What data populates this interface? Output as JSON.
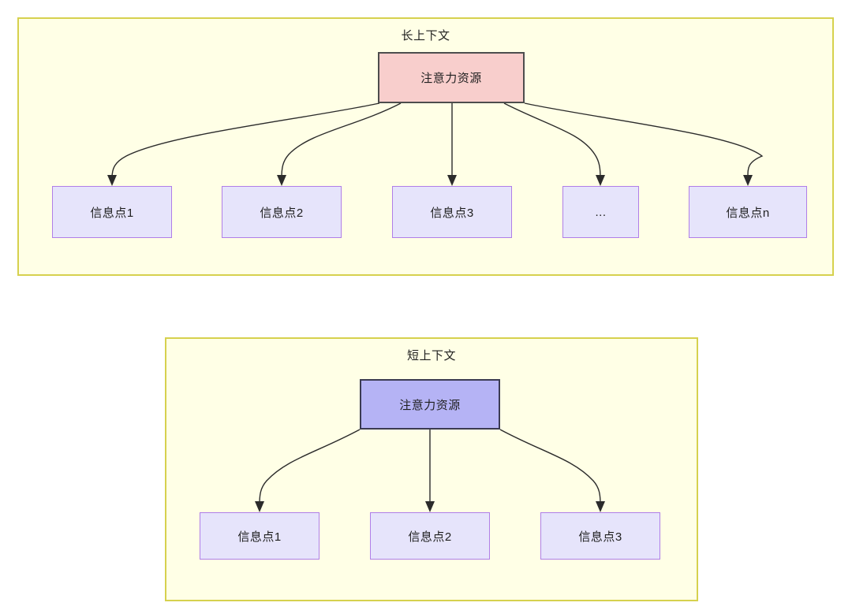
{
  "diagram": {
    "title_long": "长上下文",
    "title_short": "短上下文",
    "colors": {
      "panel_fill": "#ffffe6",
      "panel_border": "#d6d14e",
      "attention_long_fill": "#f8cecc",
      "attention_long_border": "#4d4d4d",
      "attention_short_fill": "#b5b3f5",
      "attention_short_border": "#3b3b52",
      "info_fill": "#e6e4fb",
      "info_border": "#b07ee8",
      "edge_stroke": "#2b2b2b",
      "text": "#1f1f1f"
    }
  },
  "long_context": {
    "title": "长上下文",
    "root": {
      "label": "注意力资源"
    },
    "children": [
      {
        "label": "信息点1"
      },
      {
        "label": "信息点2"
      },
      {
        "label": "信息点3"
      },
      {
        "label": "..."
      },
      {
        "label": "信息点n"
      }
    ]
  },
  "short_context": {
    "title": "短上下文",
    "root": {
      "label": "注意力资源"
    },
    "children": [
      {
        "label": "信息点1"
      },
      {
        "label": "信息点2"
      },
      {
        "label": "信息点3"
      }
    ]
  }
}
